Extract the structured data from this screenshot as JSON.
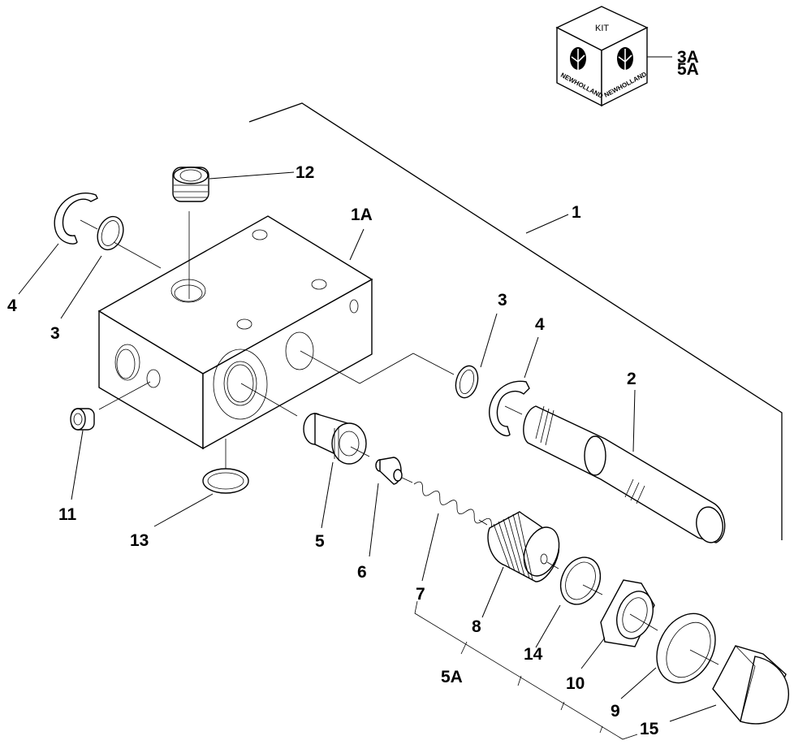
{
  "title": "Exploded parts diagram - hydraulic valve block assembly",
  "kit_box": {
    "top_label": "KIT",
    "brand_left": "NEWHOLLAND",
    "brand_right": "NEWHOLLAND",
    "refs": [
      "3A",
      "5A"
    ]
  },
  "callouts": [
    {
      "id": "1",
      "part": "valve assembly (bracket group)"
    },
    {
      "id": "1A",
      "part": "valve body"
    },
    {
      "id": "2",
      "part": "spool"
    },
    {
      "id": "3",
      "part": "washer (left)"
    },
    {
      "id": "3b",
      "label": "3",
      "part": "washer (right)"
    },
    {
      "id": "4",
      "part": "retaining ring (left)"
    },
    {
      "id": "4b",
      "label": "4",
      "part": "retaining ring (right)"
    },
    {
      "id": "5",
      "part": "valve seat"
    },
    {
      "id": "5A",
      "part": "relief valve kit"
    },
    {
      "id": "6",
      "part": "poppet"
    },
    {
      "id": "7",
      "part": "spring"
    },
    {
      "id": "8",
      "part": "adjusting screw"
    },
    {
      "id": "9",
      "part": "washer"
    },
    {
      "id": "10",
      "part": "lock nut"
    },
    {
      "id": "11",
      "part": "plug"
    },
    {
      "id": "12",
      "part": "plug"
    },
    {
      "id": "13",
      "part": "o-ring"
    },
    {
      "id": "14",
      "part": "washer"
    },
    {
      "id": "15",
      "part": "acorn nut"
    }
  ],
  "labels": {
    "l1": "1",
    "l1A": "1A",
    "l2": "2",
    "l3a": "3",
    "l3b": "3",
    "l4a": "4",
    "l4b": "4",
    "l5": "5",
    "l5A": "5A",
    "l6": "6",
    "l7": "7",
    "l8": "8",
    "l9": "9",
    "l10": "10",
    "l11": "11",
    "l12": "12",
    "l13": "13",
    "l14": "14",
    "l15": "15",
    "k3A": "3A",
    "k5A": "5A"
  }
}
